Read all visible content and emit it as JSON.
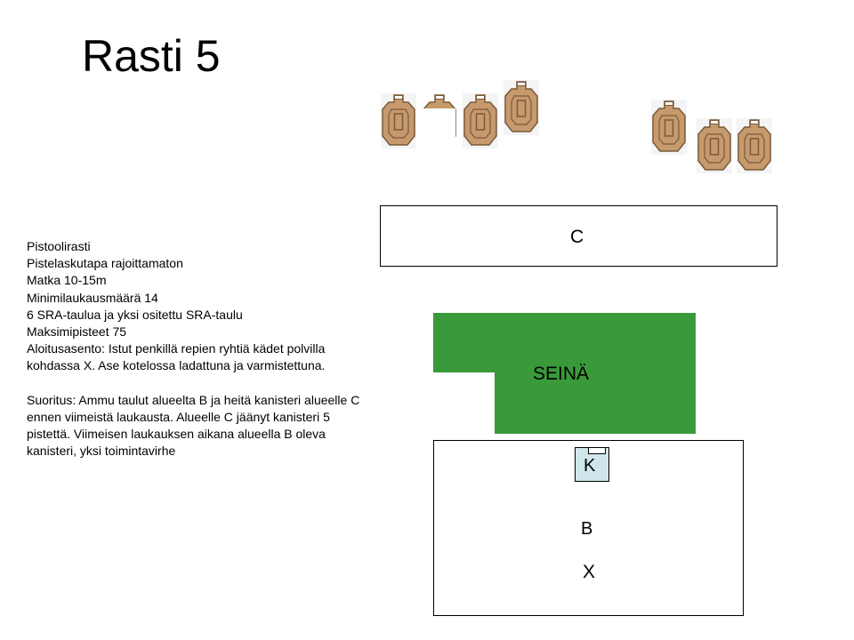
{
  "title": "Rasti 5",
  "description": [
    "Pistoolirasti",
    "Pistelaskutapa rajoittamaton",
    "Matka 10-15m",
    "Minimilaukausmäärä 14",
    "6 SRA-taulua ja yksi ositettu SRA-taulu",
    "Maksimipisteet 75",
    "Aloitusasento: Istut penkillä repien ryhtiä kädet polvilla",
    "kohdassa X. Ase kotelossa ladattuna ja varmistettuna.",
    "",
    "Suoritus: Ammu taulut alueelta B ja heitä kanisteri alueelle C",
    "ennen viimeistä laukausta. Alueelle C jäänyt kanisteri 5",
    "pistettä. Viimeisen laukauksen aikana alueella B oleva",
    "kanisteri, yksi toimintavirhe"
  ],
  "areas": {
    "c_label": "C",
    "b_label": "B",
    "x_label": "X",
    "canister_label": "K",
    "wall_label": "SEINÄ"
  },
  "colors": {
    "wall": "#3a9a3a",
    "target_fill": "#c69a6d",
    "target_stroke": "#7a5a3a",
    "canister": "#cfe6ea"
  },
  "targets": {
    "count": 7,
    "partial_count": 1
  }
}
